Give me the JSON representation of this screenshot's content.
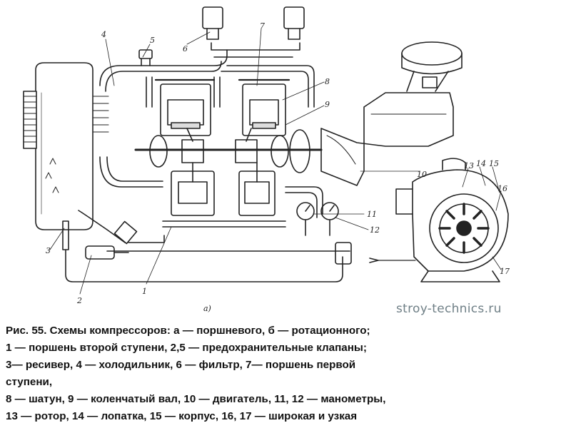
{
  "figure": {
    "subfigure_label": "a)",
    "labels": [
      "1",
      "2",
      "3",
      "4",
      "5",
      "6",
      "7",
      "8",
      "9",
      "10",
      "11",
      "12",
      "13",
      "14",
      "15",
      "16",
      "17"
    ]
  },
  "watermark": "stroy-technics.ru",
  "caption": {
    "lines": [
      "Рис. 55. Схемы компрессоров: а — поршневого, б — ротационного;",
      "1 — поршень второй ступени, 2,5 — предохранительные клапаны;",
      "3— ресивер, 4 — холодильник, 6 — фильтр, 7— поршень первой",
      "ступени,",
      "8 — шатун, 9 — коленчатый вал, 10 — двигатель, 11, 12 — манометры,",
      "13 — ротор, 14 — лопатка, 15 — корпус, 16, 17 — широкая и узкая"
    ]
  }
}
